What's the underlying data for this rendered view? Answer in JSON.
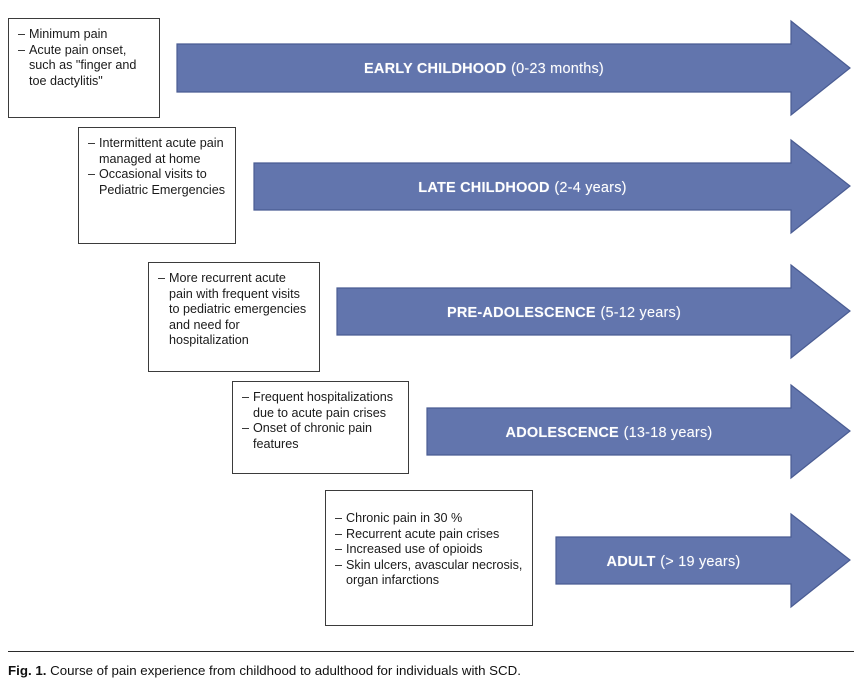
{
  "figure": {
    "caption_label": "Fig. 1.",
    "caption_text": "Course of pain experience from childhood to adulthood for individuals with SCD.",
    "accent_color": "#6275ad",
    "arrow_border_color": "#4a5c93",
    "box_border_color": "#3b3b3b",
    "text_color": "#1a1a1a",
    "arrow_label_color": "#ffffff"
  },
  "stages": [
    {
      "id": "early-childhood",
      "stage_label": "EARLY CHILDHOOD",
      "age_label": "(0-23 months)",
      "notes": [
        "Minimum pain",
        "Acute pain onset, such as \"finger and toe dactylitis\""
      ]
    },
    {
      "id": "late-childhood",
      "stage_label": "LATE CHILDHOOD",
      "age_label": "(2-4 years)",
      "notes": [
        "Intermittent acute pain managed at home",
        "Occasional visits to Pediatric Emergencies"
      ]
    },
    {
      "id": "pre-adolescence",
      "stage_label": "PRE-ADOLESCENCE",
      "age_label": "(5-12 years)",
      "notes": [
        "More recurrent acute pain with frequent visits to pediatric emergencies and need for hospitalization"
      ]
    },
    {
      "id": "adolescence",
      "stage_label": "ADOLESCENCE",
      "age_label": "(13-18 years)",
      "notes": [
        "Frequent hospitalizations due to acute pain crises",
        "Onset of chronic pain features"
      ]
    },
    {
      "id": "adult",
      "stage_label": "ADULT",
      "age_label": "(> 19 years)",
      "notes": [
        "Chronic pain in 30 %",
        "Recurrent acute pain crises",
        "Increased use of opioids",
        "Skin ulcers, avascular necrosis, organ infarctions"
      ]
    }
  ]
}
